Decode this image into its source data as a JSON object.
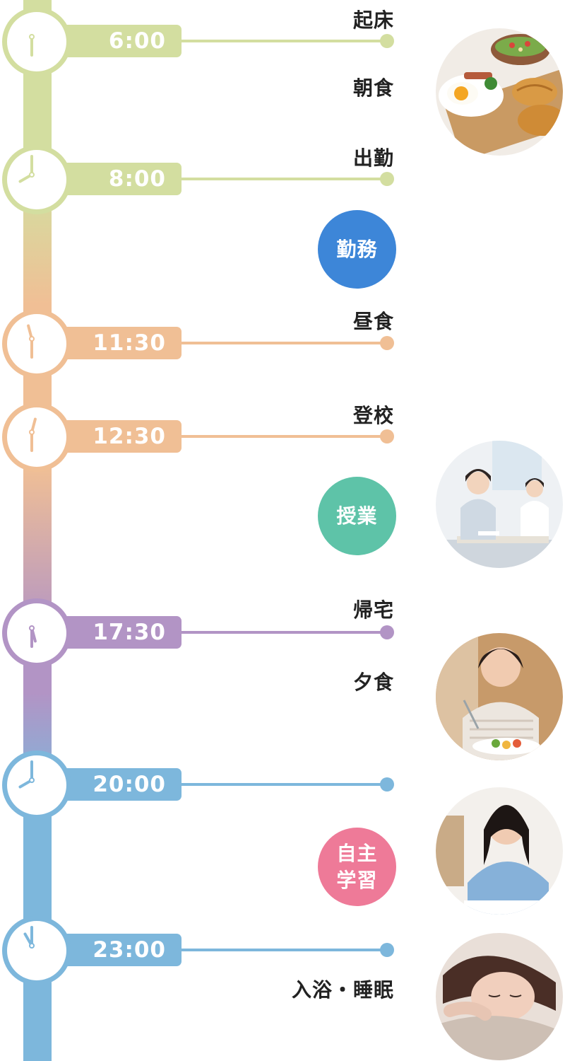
{
  "schedule": [
    {
      "time": "6:00",
      "label": "起床",
      "hour_angle": 180,
      "minute_angle": 180,
      "color": "#d3dea0"
    },
    {
      "time": "8:00",
      "label": "出勤",
      "hour_angle": 240,
      "minute_angle": 0,
      "color": "#d3dea0"
    },
    {
      "time": "11:30",
      "label": "昼食",
      "hour_angle": 345,
      "minute_angle": 180,
      "color": "#f0bf95"
    },
    {
      "time": "12:30",
      "label": "登校",
      "hour_angle": 15,
      "minute_angle": 180,
      "color": "#f0bf95"
    },
    {
      "time": "17:30",
      "label": "帰宅",
      "hour_angle": 165,
      "minute_angle": 180,
      "color": "#b294c5"
    },
    {
      "time": "20:00",
      "label": "",
      "hour_angle": 240,
      "minute_angle": 0,
      "color": "#7db7dc"
    },
    {
      "time": "23:00",
      "label": "",
      "hour_angle": 330,
      "minute_angle": 0,
      "color": "#7db7dc"
    }
  ],
  "activities": {
    "breakfast": "朝食",
    "dinner": "夕食",
    "bath_sleep": "入浴・睡眠"
  },
  "bubbles": {
    "work": {
      "line1": "勤務",
      "line2": "",
      "color": "#3d86d8"
    },
    "class": {
      "line1": "授業",
      "line2": "",
      "color": "#5ec3a8"
    },
    "study": {
      "line1": "自主",
      "line2": "学習",
      "color": "#ee7a98"
    }
  },
  "photos": [
    "breakfast-photo",
    "classroom-photo",
    "dinner-photo",
    "study-photo",
    "sleep-photo"
  ]
}
